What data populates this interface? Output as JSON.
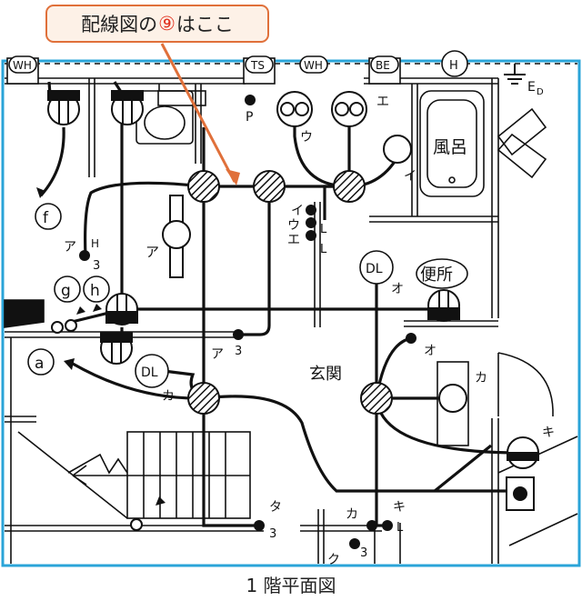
{
  "callout": {
    "text_before": "配線図の",
    "number": "⑨",
    "text_after": "はここ"
  },
  "caption": "1 階平面図",
  "accent_color": "#e0703a",
  "frame_color": "#2aa4d8",
  "rooms": {
    "bath": "風呂",
    "toilet": "便所",
    "entrance": "玄関"
  },
  "top_labels": {
    "wh_left": "WH",
    "ts": "TS",
    "wh_mid": "WH",
    "be": "BE",
    "h_right": "H"
  },
  "ground": {
    "label": "E",
    "sub": "D"
  },
  "circle_labels": {
    "f": "f",
    "g": "g",
    "h": "h",
    "a": "a"
  },
  "downlights": {
    "dl_upper": "DL",
    "dl_lower": "DL"
  },
  "switch_labels": {
    "p": "P",
    "u_top": "ウ",
    "e_top": "エ",
    "i_right": "イ",
    "a_mid": "ア",
    "a_sw": "ア",
    "h_sw": "H",
    "three_a": "3",
    "i_sw": "イ",
    "u_sw": "ウ",
    "e_sw": "エ",
    "l1": "L",
    "l2": "L",
    "o_top": "オ",
    "o_mid": "オ",
    "a3_a": "ア",
    "a3_3": "3",
    "ka_left": "カ",
    "ka_right": "カ",
    "ki_right": "キ",
    "ta": "タ",
    "ta3": "3",
    "ka_bottom": "カ",
    "ki_bottom": "キ",
    "l_bottom": "L",
    "ku": "ク",
    "ku3": "3"
  }
}
